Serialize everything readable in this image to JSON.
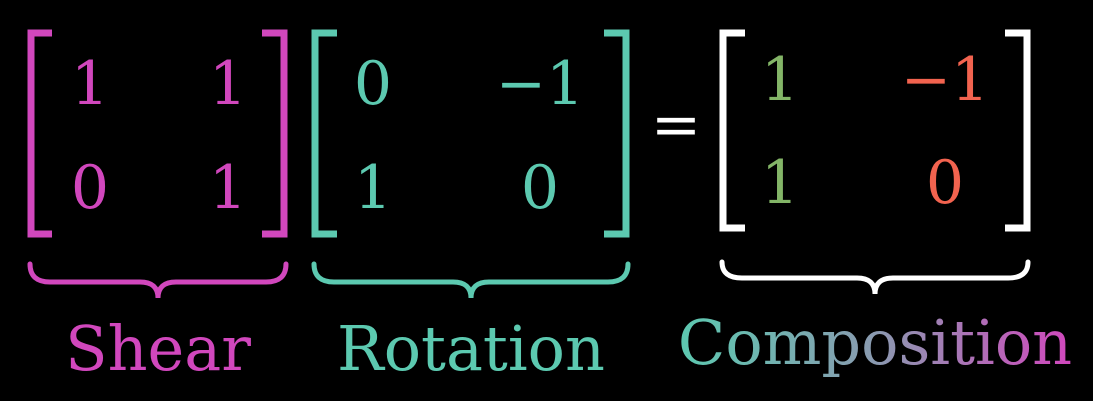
{
  "colors": {
    "shear": "#D147BD",
    "rotation": "#5CC9B0",
    "composition_bracket": "#FFFFFF",
    "composition_col1": "#83B567",
    "composition_col2": "#F2634F",
    "composition_gradient": [
      "#5CC9B0",
      "#8A9AB0",
      "#D147BD"
    ]
  },
  "shear": {
    "label": "Shear",
    "matrix": [
      [
        "1",
        "1"
      ],
      [
        "0",
        "1"
      ]
    ]
  },
  "rotation": {
    "label": "Rotation",
    "matrix": [
      [
        "0",
        "−1"
      ],
      [
        "1",
        "0"
      ]
    ]
  },
  "equals": "=",
  "composition": {
    "label": "Composition",
    "matrix": [
      [
        "1",
        "−1"
      ],
      [
        "1",
        "0"
      ]
    ]
  }
}
